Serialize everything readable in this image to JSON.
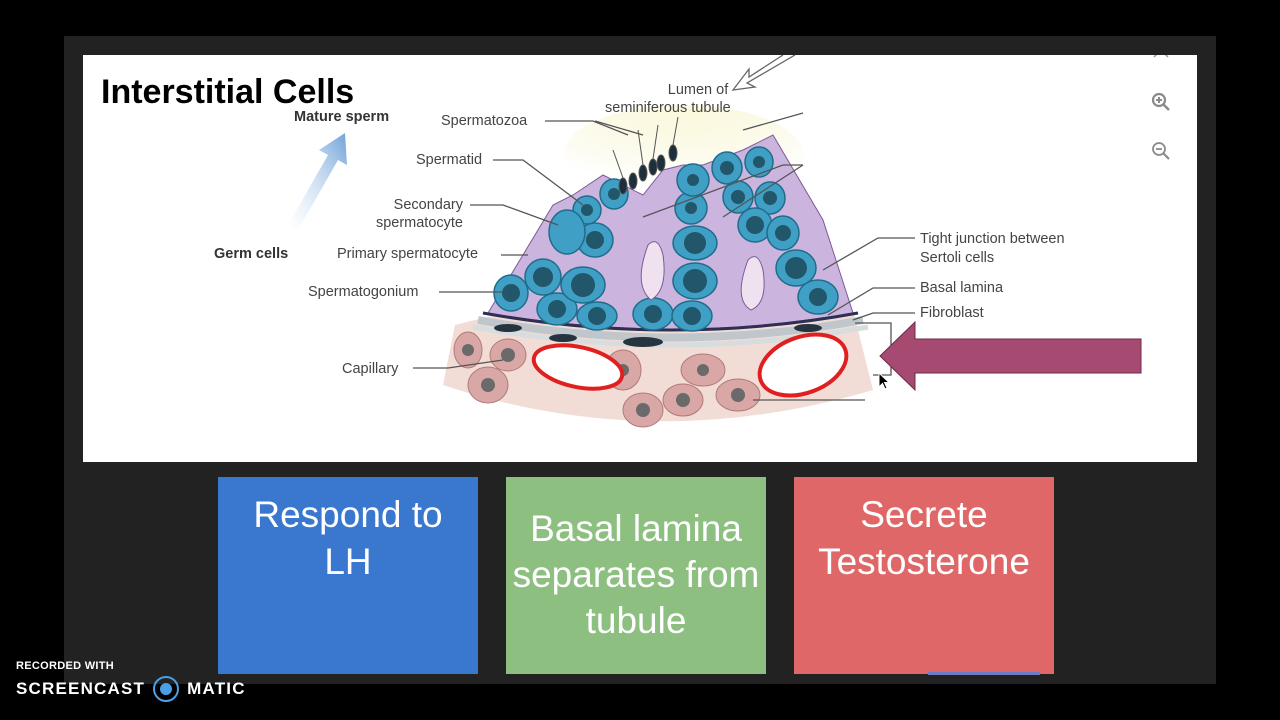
{
  "slide": {
    "title": "Interstitial Cells"
  },
  "diagram": {
    "labels": {
      "mature_sperm": "Mature sperm",
      "germ_cells": "Germ cells",
      "spermatozoa": "Spermatozoa",
      "spermatid": "Spermatid",
      "secondary_spermatocyte_1": "Secondary",
      "secondary_spermatocyte_2": "spermatocyte",
      "primary_spermatocyte": "Primary spermatocyte",
      "spermatogonium": "Spermatogonium",
      "capillary": "Capillary",
      "lumen_1": "Lumen of",
      "lumen_2": "seminiferous tubule",
      "tight_junction_1": "Tight junction between",
      "tight_junction_2": "Sertoli cells",
      "basal_lamina": "Basal lamina",
      "fibroblast": "Fibroblast"
    },
    "colors": {
      "highlight_arrow": "#a64a72",
      "tubule": "#c9b3dd",
      "germ_cell": "#3f9fc4",
      "capillary": "#e02020",
      "interstitium": "#f0d9d2"
    }
  },
  "viewer": {
    "close_icon": "close-icon",
    "zoom_in_icon": "zoom-in-icon",
    "zoom_out_icon": "zoom-out-icon"
  },
  "answer_boxes": [
    {
      "line1": "Respond to",
      "line2": "LH",
      "line3": "",
      "color": "#3a78d0"
    },
    {
      "line1": "Basal lamina",
      "line2": "separates from",
      "line3": "tubule",
      "color": "#8cbf80"
    },
    {
      "line1": "Secrete",
      "line2": "Testosterone",
      "line3": "",
      "color": "#e06767"
    }
  ],
  "watermark": {
    "top": "RECORDED WITH",
    "left": "SCREENCAST",
    "right": "MATIC"
  }
}
